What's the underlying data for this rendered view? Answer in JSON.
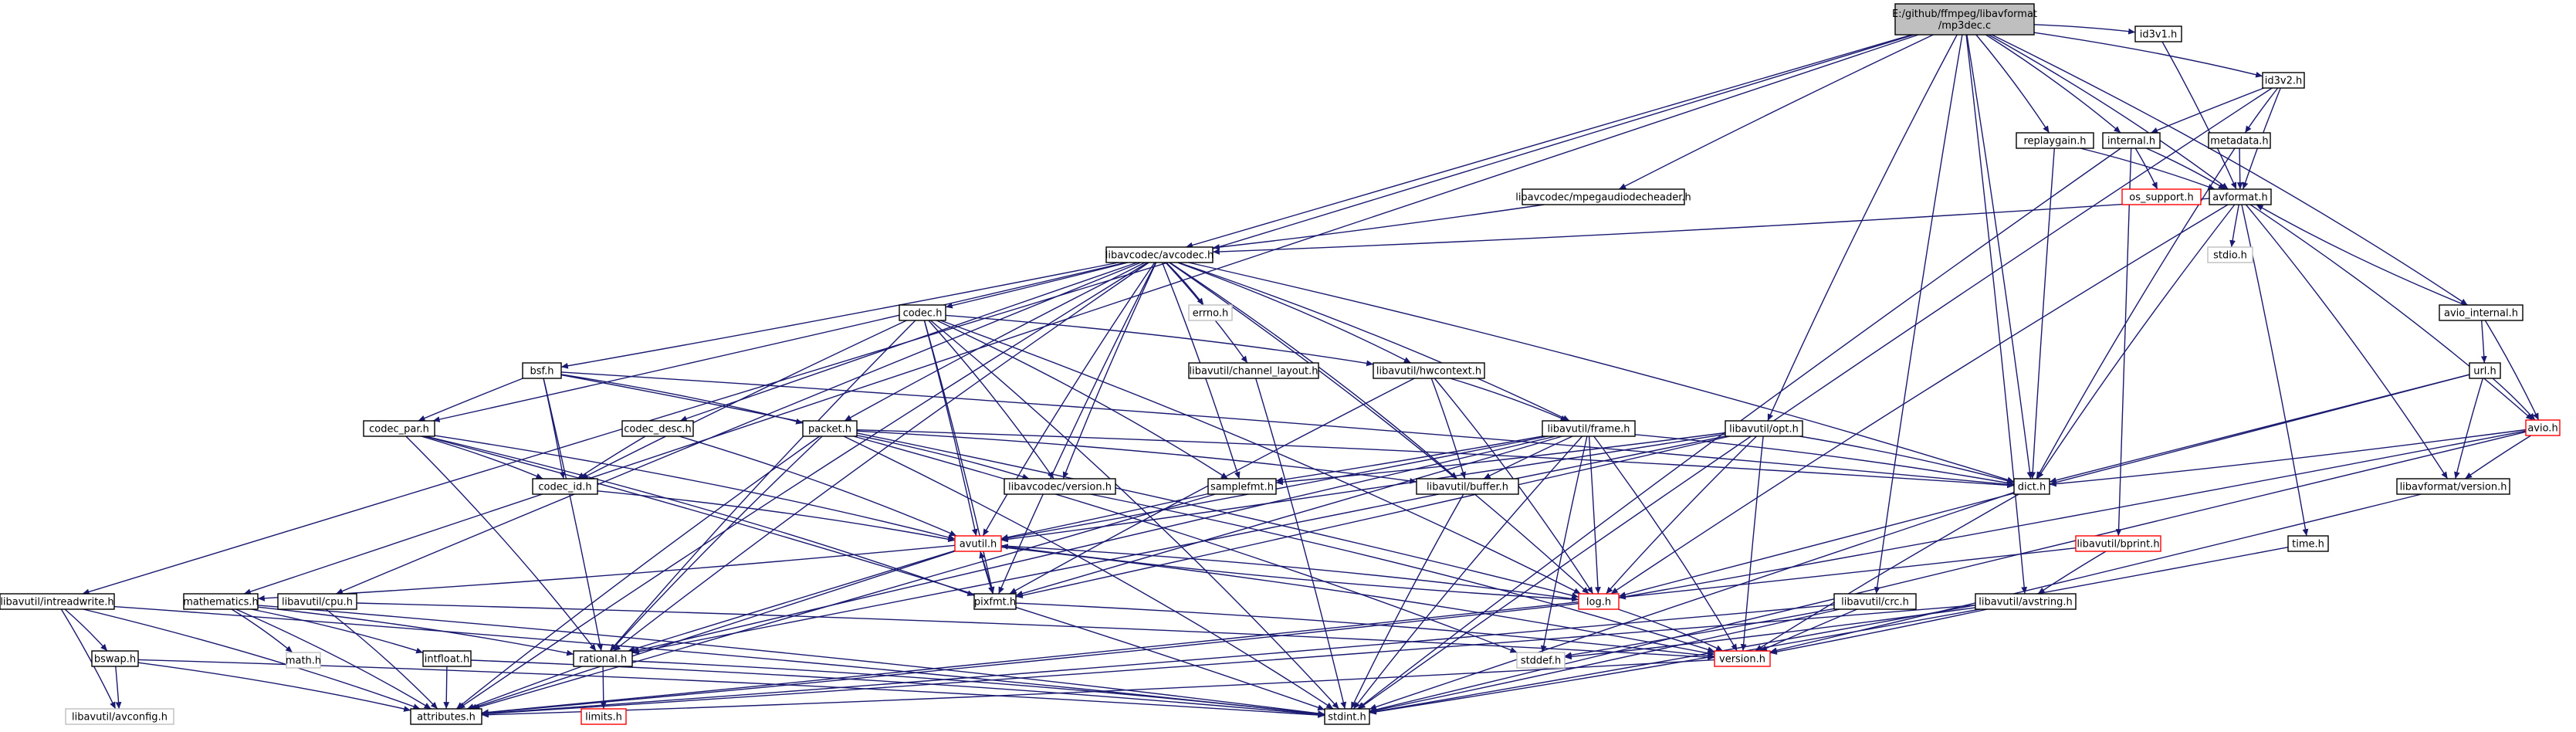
{
  "diagram": {
    "type": "include-dependency-graph",
    "edge_color": "#191970",
    "root_fill": "#bfbfbf",
    "red_border": "#ff0000",
    "system_border": "#bfbfbf",
    "nodes": {
      "root": {
        "label": [
          "E:/github/ffmpeg/libavformat",
          "/mp3dec.c"
        ],
        "style": "root"
      },
      "id3v1": {
        "label": [
          "id3v1.h"
        ],
        "style": "normal"
      },
      "id3v2": {
        "label": [
          "id3v2.h"
        ],
        "style": "normal"
      },
      "internal": {
        "label": [
          "internal.h"
        ],
        "style": "normal"
      },
      "replaygain": {
        "label": [
          "replaygain.h"
        ],
        "style": "normal"
      },
      "metadata": {
        "label": [
          "metadata.h"
        ],
        "style": "normal"
      },
      "os_support": {
        "label": [
          "os_support.h"
        ],
        "style": "red"
      },
      "mpegaudio": {
        "label": [
          "libavcodec/mpegaudiodecheader.h"
        ],
        "style": "normal"
      },
      "avformat": {
        "label": [
          "avformat.h"
        ],
        "style": "normal"
      },
      "avcodec": {
        "label": [
          "libavcodec/avcodec.h"
        ],
        "style": "normal"
      },
      "stdio": {
        "label": [
          "stdio.h"
        ],
        "style": "system"
      },
      "errno": {
        "label": [
          "errno.h"
        ],
        "style": "system"
      },
      "codec": {
        "label": [
          "codec.h"
        ],
        "style": "normal"
      },
      "avio_internal": {
        "label": [
          "avio_internal.h"
        ],
        "style": "normal"
      },
      "url": {
        "label": [
          "url.h"
        ],
        "style": "normal"
      },
      "avio": {
        "label": [
          "avio.h"
        ],
        "style": "red"
      },
      "bsf": {
        "label": [
          "bsf.h"
        ],
        "style": "normal"
      },
      "channel_layout": {
        "label": [
          "libavutil/channel_layout.h"
        ],
        "style": "normal"
      },
      "hwcontext": {
        "label": [
          "libavutil/hwcontext.h"
        ],
        "style": "normal"
      },
      "codec_par": {
        "label": [
          "codec_par.h"
        ],
        "style": "normal"
      },
      "codec_desc": {
        "label": [
          "codec_desc.h"
        ],
        "style": "normal"
      },
      "packet": {
        "label": [
          "packet.h"
        ],
        "style": "normal"
      },
      "frame": {
        "label": [
          "libavutil/frame.h"
        ],
        "style": "normal"
      },
      "opt": {
        "label": [
          "libavutil/opt.h"
        ],
        "style": "normal"
      },
      "codec_id": {
        "label": [
          "codec_id.h"
        ],
        "style": "normal"
      },
      "lavc_version": {
        "label": [
          "libavcodec/version.h"
        ],
        "style": "normal"
      },
      "samplefmt": {
        "label": [
          "samplefmt.h"
        ],
        "style": "normal"
      },
      "buffer": {
        "label": [
          "libavutil/buffer.h"
        ],
        "style": "normal"
      },
      "dict": {
        "label": [
          "dict.h"
        ],
        "style": "normal"
      },
      "lavf_version": {
        "label": [
          "libavformat/version.h"
        ],
        "style": "normal"
      },
      "avutil": {
        "label": [
          "avutil.h"
        ],
        "style": "red"
      },
      "bprint": {
        "label": [
          "libavutil/bprint.h"
        ],
        "style": "red"
      },
      "time": {
        "label": [
          "time.h"
        ],
        "style": "normal"
      },
      "intreadwrite": {
        "label": [
          "libavutil/intreadwrite.h"
        ],
        "style": "normal"
      },
      "mathematics": {
        "label": [
          "mathematics.h"
        ],
        "style": "normal"
      },
      "cpu": {
        "label": [
          "libavutil/cpu.h"
        ],
        "style": "normal"
      },
      "pixfmt": {
        "label": [
          "pixfmt.h"
        ],
        "style": "normal"
      },
      "log": {
        "label": [
          "log.h"
        ],
        "style": "red"
      },
      "crc": {
        "label": [
          "libavutil/crc.h"
        ],
        "style": "normal"
      },
      "avstring": {
        "label": [
          "libavutil/avstring.h"
        ],
        "style": "normal"
      },
      "bswap": {
        "label": [
          "bswap.h"
        ],
        "style": "normal"
      },
      "math": {
        "label": [
          "math.h"
        ],
        "style": "system"
      },
      "intfloat": {
        "label": [
          "intfloat.h"
        ],
        "style": "normal"
      },
      "rational": {
        "label": [
          "rational.h"
        ],
        "style": "normal"
      },
      "stddef": {
        "label": [
          "stddef.h"
        ],
        "style": "system"
      },
      "version": {
        "label": [
          "version.h"
        ],
        "style": "red"
      },
      "avconfig": {
        "label": [
          "libavutil/avconfig.h"
        ],
        "style": "system"
      },
      "attributes": {
        "label": [
          "attributes.h"
        ],
        "style": "normal"
      },
      "limits": {
        "label": [
          "limits.h"
        ],
        "style": "red"
      },
      "stdint": {
        "label": [
          "stdint.h"
        ],
        "style": "normal"
      }
    },
    "edges": [
      [
        "root",
        "id3v1"
      ],
      [
        "root",
        "id3v2"
      ],
      [
        "root",
        "internal"
      ],
      [
        "root",
        "replaygain"
      ],
      [
        "root",
        "mpegaudio"
      ],
      [
        "root",
        "avformat"
      ],
      [
        "root",
        "avcodec"
      ],
      [
        "root",
        "avio_internal"
      ],
      [
        "root",
        "opt"
      ],
      [
        "root",
        "dict"
      ],
      [
        "root",
        "crc"
      ],
      [
        "root",
        "avstring"
      ],
      [
        "root",
        "mathematics"
      ],
      [
        "root",
        "intreadwrite"
      ],
      [
        "id3v1",
        "avformat"
      ],
      [
        "id3v2",
        "internal"
      ],
      [
        "id3v2",
        "avformat"
      ],
      [
        "id3v2",
        "metadata"
      ],
      [
        "id3v2",
        "stdint"
      ],
      [
        "internal",
        "avformat"
      ],
      [
        "internal",
        "os_support"
      ],
      [
        "internal",
        "bprint"
      ],
      [
        "internal",
        "stdint"
      ],
      [
        "replaygain",
        "avformat"
      ],
      [
        "replaygain",
        "dict"
      ],
      [
        "metadata",
        "avformat"
      ],
      [
        "metadata",
        "dict"
      ],
      [
        "mpegaudio",
        "avcodec"
      ],
      [
        "avformat",
        "avcodec"
      ],
      [
        "avformat",
        "stdio"
      ],
      [
        "avformat",
        "avio"
      ],
      [
        "avformat",
        "lavf_version"
      ],
      [
        "avformat",
        "dict"
      ],
      [
        "avformat",
        "log"
      ],
      [
        "avformat",
        "time"
      ],
      [
        "avcodec",
        "errno"
      ],
      [
        "avcodec",
        "codec"
      ],
      [
        "avcodec",
        "bsf"
      ],
      [
        "avcodec",
        "channel_layout"
      ],
      [
        "avcodec",
        "hwcontext"
      ],
      [
        "avcodec",
        "codec_par"
      ],
      [
        "avcodec",
        "codec_desc"
      ],
      [
        "avcodec",
        "packet"
      ],
      [
        "avcodec",
        "frame"
      ],
      [
        "avcodec",
        "lavc_version"
      ],
      [
        "avcodec",
        "samplefmt"
      ],
      [
        "avcodec",
        "buffer"
      ],
      [
        "avcodec",
        "dict"
      ],
      [
        "avcodec",
        "avutil"
      ],
      [
        "avcodec",
        "pixfmt"
      ],
      [
        "avcodec",
        "log"
      ],
      [
        "avcodec",
        "rational"
      ],
      [
        "avcodec",
        "cpu"
      ],
      [
        "avcodec",
        "attributes"
      ],
      [
        "codec",
        "hwcontext"
      ],
      [
        "codec",
        "codec_id"
      ],
      [
        "codec",
        "lavc_version"
      ],
      [
        "codec",
        "samplefmt"
      ],
      [
        "codec",
        "avutil"
      ],
      [
        "codec",
        "pixfmt"
      ],
      [
        "codec",
        "log"
      ],
      [
        "codec",
        "rational"
      ],
      [
        "codec",
        "stdint"
      ],
      [
        "bsf",
        "codec_par"
      ],
      [
        "bsf",
        "codec_id"
      ],
      [
        "bsf",
        "packet"
      ],
      [
        "bsf",
        "dict"
      ],
      [
        "bsf",
        "log"
      ],
      [
        "bsf",
        "rational"
      ],
      [
        "codec_par",
        "codec_id"
      ],
      [
        "codec_par",
        "avutil"
      ],
      [
        "codec_par",
        "pixfmt"
      ],
      [
        "codec_par",
        "rational"
      ],
      [
        "codec_par",
        "stdint"
      ],
      [
        "codec_desc",
        "codec_id"
      ],
      [
        "codec_desc",
        "avutil"
      ],
      [
        "packet",
        "lavc_version"
      ],
      [
        "packet",
        "buffer"
      ],
      [
        "packet",
        "dict"
      ],
      [
        "packet",
        "rational"
      ],
      [
        "packet",
        "attributes"
      ],
      [
        "packet",
        "stddef"
      ],
      [
        "packet",
        "stdint"
      ],
      [
        "hwcontext",
        "frame"
      ],
      [
        "hwcontext",
        "buffer"
      ],
      [
        "hwcontext",
        "pixfmt"
      ],
      [
        "hwcontext",
        "log"
      ],
      [
        "channel_layout",
        "stdint"
      ],
      [
        "frame",
        "samplefmt"
      ],
      [
        "frame",
        "buffer"
      ],
      [
        "frame",
        "dict"
      ],
      [
        "frame",
        "avutil"
      ],
      [
        "frame",
        "rational"
      ],
      [
        "frame",
        "pixfmt"
      ],
      [
        "frame",
        "log"
      ],
      [
        "frame",
        "version"
      ],
      [
        "frame",
        "stddef"
      ],
      [
        "frame",
        "stdint"
      ],
      [
        "opt",
        "samplefmt"
      ],
      [
        "opt",
        "dict"
      ],
      [
        "opt",
        "avutil"
      ],
      [
        "opt",
        "pixfmt"
      ],
      [
        "opt",
        "log"
      ],
      [
        "opt",
        "rational"
      ],
      [
        "opt",
        "version"
      ],
      [
        "codec_id",
        "avutil"
      ],
      [
        "lavc_version",
        "version"
      ],
      [
        "samplefmt",
        "avutil"
      ],
      [
        "samplefmt",
        "attributes"
      ],
      [
        "buffer",
        "stdint"
      ],
      [
        "dict",
        "stdint"
      ],
      [
        "dict",
        "version"
      ],
      [
        "avio_internal",
        "avformat"
      ],
      [
        "avio_internal",
        "url"
      ],
      [
        "avio_internal",
        "avio"
      ],
      [
        "url",
        "avio"
      ],
      [
        "url",
        "dict"
      ],
      [
        "url",
        "log"
      ],
      [
        "url",
        "lavf_version"
      ],
      [
        "avio",
        "dict"
      ],
      [
        "avio",
        "log"
      ],
      [
        "avio",
        "lavf_version"
      ],
      [
        "avio",
        "stdint"
      ],
      [
        "lavf_version",
        "version"
      ],
      [
        "time",
        "stdint"
      ],
      [
        "bprint",
        "avstring"
      ],
      [
        "bprint",
        "attributes"
      ],
      [
        "avutil",
        "mathematics"
      ],
      [
        "avutil",
        "pixfmt"
      ],
      [
        "avutil",
        "log"
      ],
      [
        "avutil",
        "rational"
      ],
      [
        "avutil",
        "version"
      ],
      [
        "avutil",
        "attributes"
      ],
      [
        "mathematics",
        "math"
      ],
      [
        "mathematics",
        "intfloat"
      ],
      [
        "mathematics",
        "rational"
      ],
      [
        "mathematics",
        "attributes"
      ],
      [
        "mathematics",
        "stdint"
      ],
      [
        "cpu",
        "attributes"
      ],
      [
        "cpu",
        "version"
      ],
      [
        "pixfmt",
        "avutil"
      ],
      [
        "pixfmt",
        "version"
      ],
      [
        "log",
        "avutil"
      ],
      [
        "log",
        "version"
      ],
      [
        "log",
        "attributes"
      ],
      [
        "crc",
        "stddef"
      ],
      [
        "crc",
        "version"
      ],
      [
        "crc",
        "attributes"
      ],
      [
        "crc",
        "stdint"
      ],
      [
        "avstring",
        "stddef"
      ],
      [
        "avstring",
        "version"
      ],
      [
        "avstring",
        "attributes"
      ],
      [
        "avstring",
        "stdint"
      ],
      [
        "intreadwrite",
        "bswap"
      ],
      [
        "intreadwrite",
        "avconfig"
      ],
      [
        "intreadwrite",
        "attributes"
      ],
      [
        "intreadwrite",
        "stdint"
      ],
      [
        "bswap",
        "avconfig"
      ],
      [
        "bswap",
        "attributes"
      ],
      [
        "bswap",
        "stdint"
      ],
      [
        "intfloat",
        "attributes"
      ],
      [
        "intfloat",
        "stdint"
      ],
      [
        "rational",
        "limits"
      ],
      [
        "rational",
        "attributes"
      ],
      [
        "rational",
        "stdint"
      ],
      [
        "version",
        "attributes"
      ]
    ]
  }
}
